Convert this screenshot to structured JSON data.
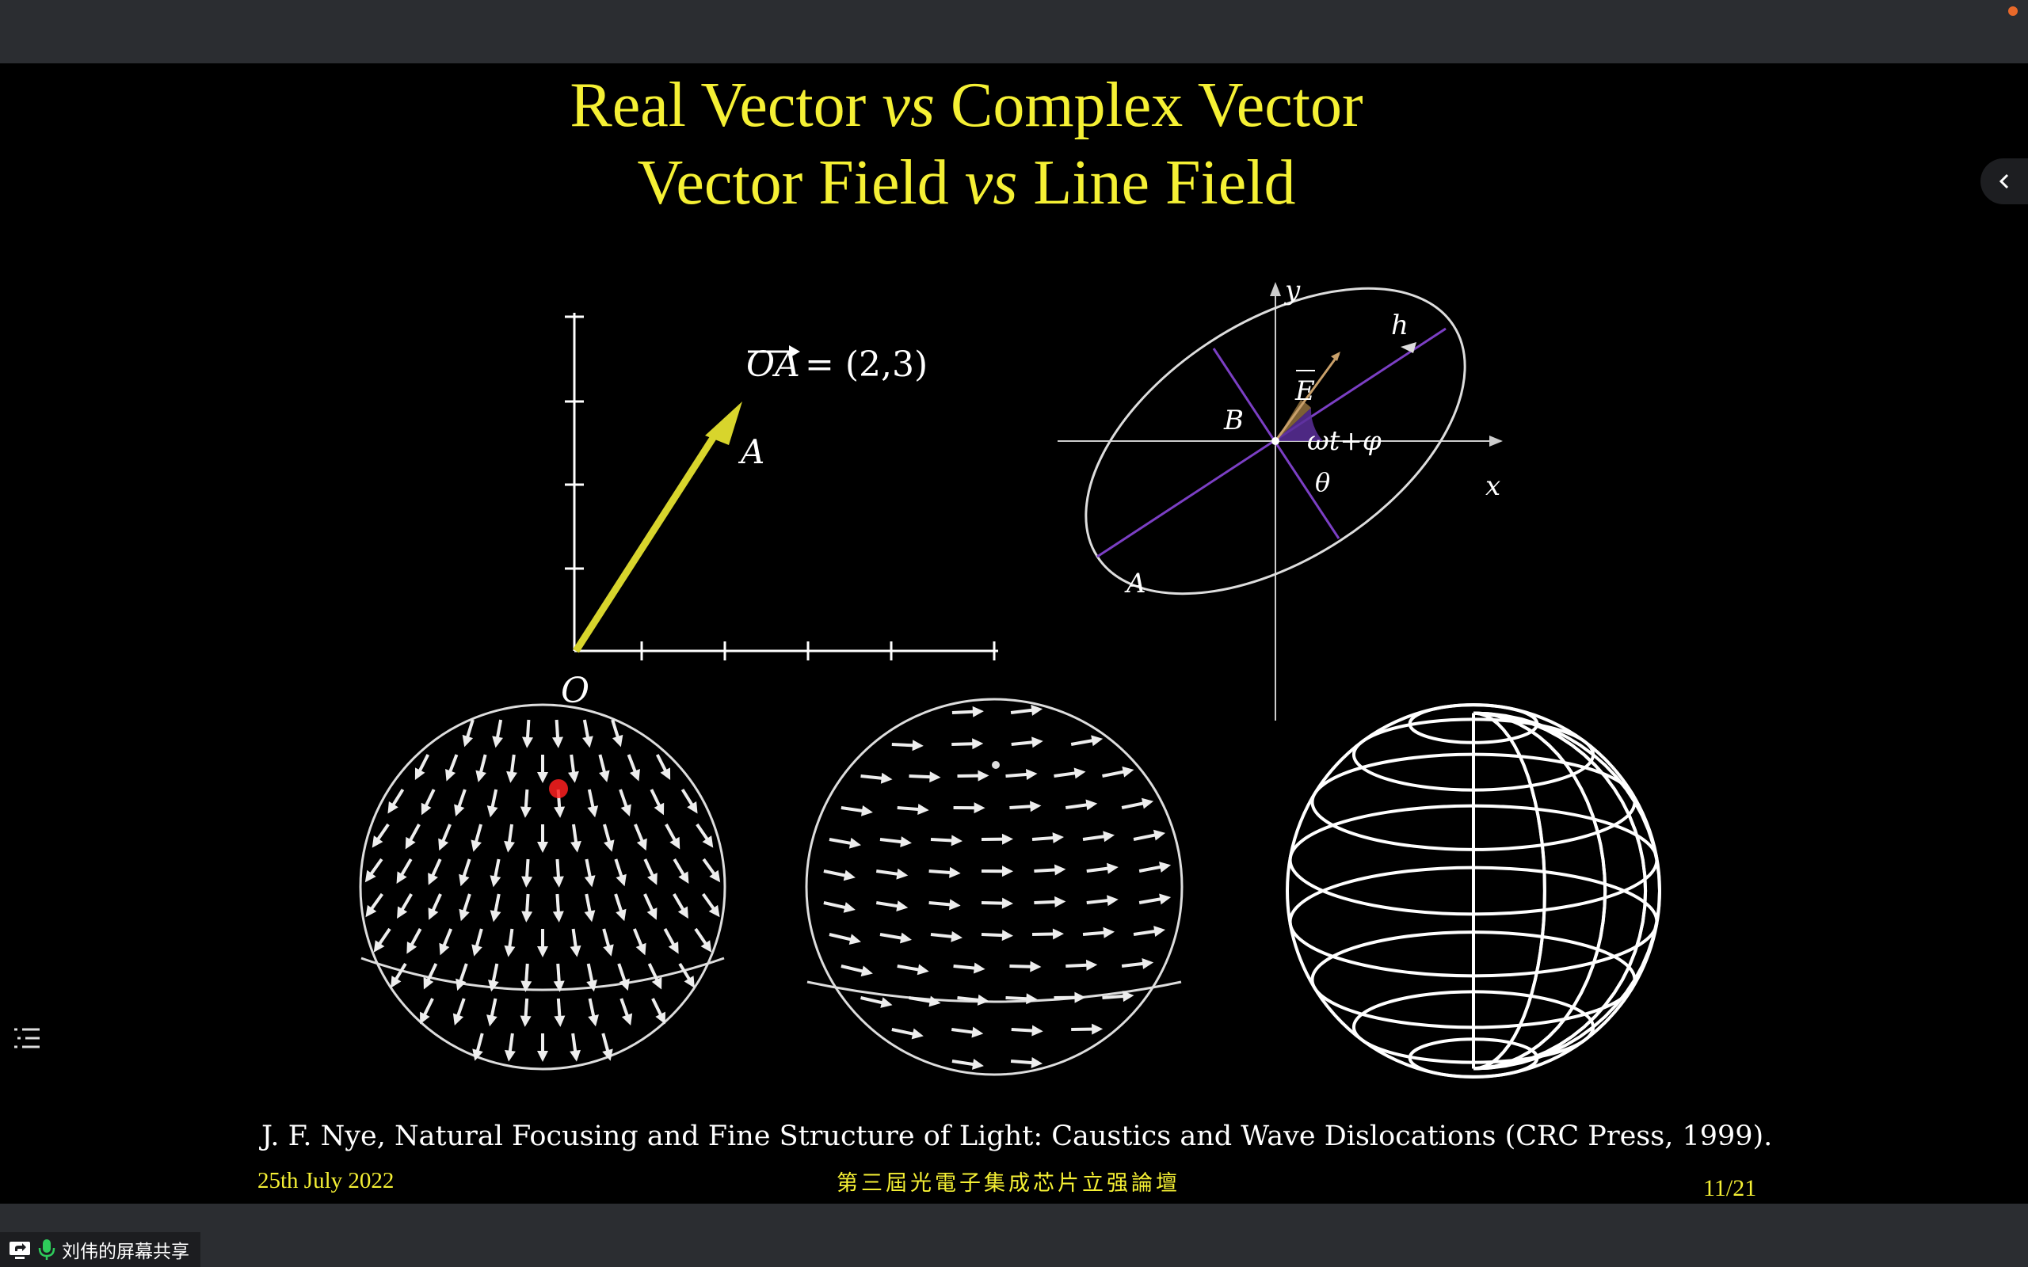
{
  "titles": {
    "line1_a": "Real Vector",
    "line1_vs": "vs",
    "line1_b": "Complex Vector",
    "line2_a": "Vector Field",
    "line2_vs": "vs",
    "line2_b": "Line Field"
  },
  "real_vector_diagram": {
    "origin_label": "O",
    "point_label": "A",
    "vector_name": "OA",
    "equation": "= (2,3)",
    "vector_value": [
      2,
      3
    ]
  },
  "ellipse_diagram": {
    "axis_x": "x",
    "axis_y": "y",
    "label_h": "h",
    "label_E": "E",
    "label_B": "B",
    "label_A": "A",
    "phase": "ωt+φ",
    "angle": "θ"
  },
  "spheres": [
    {
      "name": "radial-vector-field-sphere"
    },
    {
      "name": "azimuthal-vector-field-sphere"
    },
    {
      "name": "line-field-grid-sphere"
    }
  ],
  "footer": {
    "citation": "J. F. Nye, Natural Focusing and Fine Structure of Light: Caustics and Wave Dislocations (CRC Press, 1999).",
    "date": "25th July 2022",
    "forum": "第三屆光電子集成芯片立强論壇",
    "page": "11/21"
  },
  "share_bar": {
    "label": "刘伟的屏幕共享"
  },
  "icons": {
    "share": "screen-share-icon",
    "mic": "microphone-icon",
    "collapse": "chevron-left-icon",
    "outline": "list-icon"
  },
  "colors": {
    "title": "#f5f034",
    "vector": "#d8d52c",
    "axis_purple": "#7b3fc4",
    "recording": "#e8692a"
  }
}
